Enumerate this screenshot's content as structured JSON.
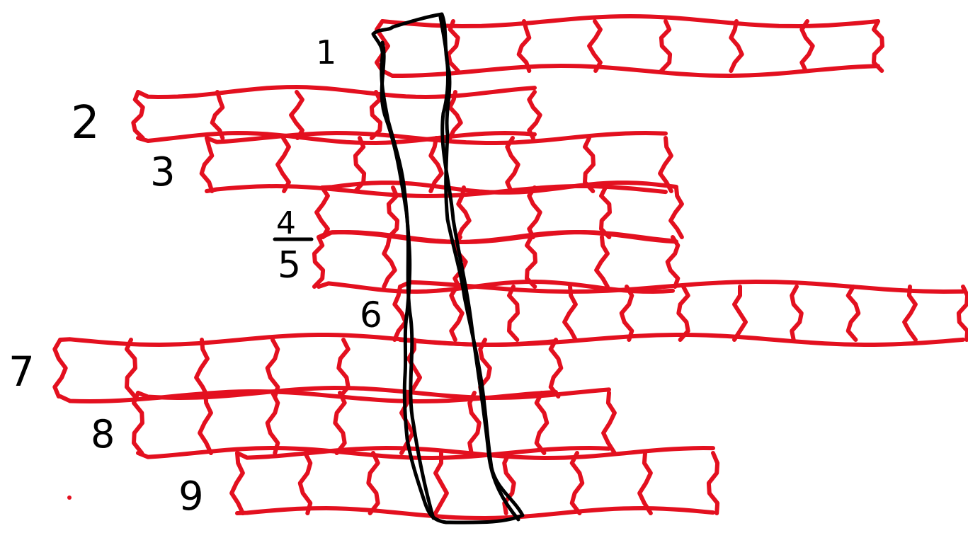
{
  "drawing": {
    "colors": {
      "tile_outline": "#e3101f",
      "selection_outline": "#000000",
      "background": "#ffffff"
    },
    "row_labels": [
      "1",
      "2",
      "3",
      "4",
      "5",
      "6",
      "7",
      "8",
      "9"
    ],
    "rows": [
      {
        "label": "1",
        "tile_count": 7
      },
      {
        "label": "2",
        "tile_count": 5
      },
      {
        "label": "3",
        "tile_count": 6
      },
      {
        "label": "4",
        "tile_count": 5
      },
      {
        "label": "5",
        "tile_count": 5
      },
      {
        "label": "6",
        "tile_count": 10
      },
      {
        "label": "7",
        "tile_count": 7
      },
      {
        "label": "8",
        "tile_count": 7
      },
      {
        "label": "9",
        "tile_count": 7
      }
    ]
  }
}
